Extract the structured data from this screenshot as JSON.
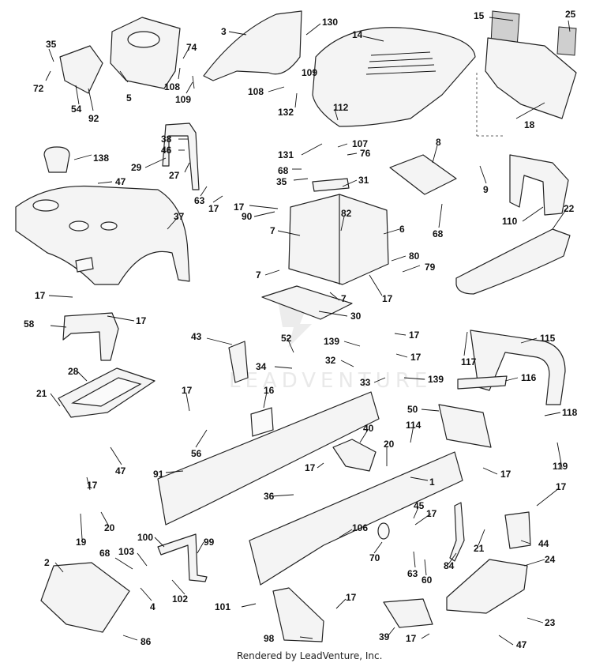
{
  "watermark": "LEADVENTURE",
  "credit": "Rendered by LeadVenture, Inc.",
  "callouts": [
    {
      "id": "c15",
      "text": "15"
    },
    {
      "id": "c25",
      "text": "25"
    },
    {
      "id": "c130",
      "text": "130"
    },
    {
      "id": "c3",
      "text": "3"
    },
    {
      "id": "c14",
      "text": "14"
    },
    {
      "id": "c35a",
      "text": "35"
    },
    {
      "id": "c74",
      "text": "74"
    },
    {
      "id": "c72",
      "text": "72"
    },
    {
      "id": "c109a",
      "text": "109"
    },
    {
      "id": "c108a",
      "text": "108"
    },
    {
      "id": "c5",
      "text": "5"
    },
    {
      "id": "c109b",
      "text": "109"
    },
    {
      "id": "c54",
      "text": "54"
    },
    {
      "id": "c92",
      "text": "92"
    },
    {
      "id": "c108b",
      "text": "108"
    },
    {
      "id": "c132",
      "text": "132"
    },
    {
      "id": "c112",
      "text": "112"
    },
    {
      "id": "c18",
      "text": "18"
    },
    {
      "id": "c38",
      "text": "38"
    },
    {
      "id": "c46",
      "text": "46"
    },
    {
      "id": "c107",
      "text": "107"
    },
    {
      "id": "c76",
      "text": "76"
    },
    {
      "id": "c131",
      "text": "131"
    },
    {
      "id": "c8",
      "text": "8"
    },
    {
      "id": "c138",
      "text": "138"
    },
    {
      "id": "c29",
      "text": "29"
    },
    {
      "id": "c27",
      "text": "27"
    },
    {
      "id": "c68a",
      "text": "68"
    },
    {
      "id": "c35b",
      "text": "35"
    },
    {
      "id": "c31",
      "text": "31"
    },
    {
      "id": "c9",
      "text": "9"
    },
    {
      "id": "c47a",
      "text": "47"
    },
    {
      "id": "c63a",
      "text": "63"
    },
    {
      "id": "c17a",
      "text": "17"
    },
    {
      "id": "c17b",
      "text": "17"
    },
    {
      "id": "c90",
      "text": "90"
    },
    {
      "id": "c82",
      "text": "82"
    },
    {
      "id": "c68b",
      "text": "68"
    },
    {
      "id": "c110",
      "text": "110"
    },
    {
      "id": "c22",
      "text": "22"
    },
    {
      "id": "c37",
      "text": "37"
    },
    {
      "id": "c7a",
      "text": "7"
    },
    {
      "id": "c6",
      "text": "6"
    },
    {
      "id": "c80",
      "text": "80"
    },
    {
      "id": "c79",
      "text": "79"
    },
    {
      "id": "c7b",
      "text": "7"
    },
    {
      "id": "c17c",
      "text": "17"
    },
    {
      "id": "c7c",
      "text": "7"
    },
    {
      "id": "c17d",
      "text": "17"
    },
    {
      "id": "c17e",
      "text": "17"
    },
    {
      "id": "c30",
      "text": "30"
    },
    {
      "id": "c58",
      "text": "58"
    },
    {
      "id": "c43",
      "text": "43"
    },
    {
      "id": "c52",
      "text": "52"
    },
    {
      "id": "c139a",
      "text": "139"
    },
    {
      "id": "c17f",
      "text": "17"
    },
    {
      "id": "c115",
      "text": "115"
    },
    {
      "id": "c32",
      "text": "32"
    },
    {
      "id": "c17g",
      "text": "17"
    },
    {
      "id": "c117",
      "text": "117"
    },
    {
      "id": "c34",
      "text": "34"
    },
    {
      "id": "c33",
      "text": "33"
    },
    {
      "id": "c139b",
      "text": "139"
    },
    {
      "id": "c28",
      "text": "28"
    },
    {
      "id": "c116",
      "text": "116"
    },
    {
      "id": "c21a",
      "text": "21"
    },
    {
      "id": "c17h",
      "text": "17"
    },
    {
      "id": "c16",
      "text": "16"
    },
    {
      "id": "c50",
      "text": "50"
    },
    {
      "id": "c118",
      "text": "118"
    },
    {
      "id": "c114",
      "text": "114"
    },
    {
      "id": "c56",
      "text": "56"
    },
    {
      "id": "c40",
      "text": "40"
    },
    {
      "id": "c47b",
      "text": "47"
    },
    {
      "id": "c20a",
      "text": "20"
    },
    {
      "id": "c119",
      "text": "119"
    },
    {
      "id": "c91",
      "text": "91"
    },
    {
      "id": "c17i",
      "text": "17"
    },
    {
      "id": "c17j",
      "text": "17"
    },
    {
      "id": "c17k",
      "text": "17"
    },
    {
      "id": "c1",
      "text": "1"
    },
    {
      "id": "c17l",
      "text": "17"
    },
    {
      "id": "c36",
      "text": "36"
    },
    {
      "id": "c45",
      "text": "45"
    },
    {
      "id": "c17m",
      "text": "17"
    },
    {
      "id": "c20b",
      "text": "20"
    },
    {
      "id": "c19",
      "text": "19"
    },
    {
      "id": "c106",
      "text": "106"
    },
    {
      "id": "c21b",
      "text": "21"
    },
    {
      "id": "c44",
      "text": "44"
    },
    {
      "id": "c100",
      "text": "100"
    },
    {
      "id": "c99",
      "text": "99"
    },
    {
      "id": "c68c",
      "text": "68"
    },
    {
      "id": "c103",
      "text": "103"
    },
    {
      "id": "c70",
      "text": "70"
    },
    {
      "id": "c84",
      "text": "84"
    },
    {
      "id": "c2",
      "text": "2"
    },
    {
      "id": "c63b",
      "text": "63"
    },
    {
      "id": "c60",
      "text": "60"
    },
    {
      "id": "c24",
      "text": "24"
    },
    {
      "id": "c4",
      "text": "4"
    },
    {
      "id": "c102",
      "text": "102"
    },
    {
      "id": "c17n",
      "text": "17"
    },
    {
      "id": "c101",
      "text": "101"
    },
    {
      "id": "c23",
      "text": "23"
    },
    {
      "id": "c86",
      "text": "86"
    },
    {
      "id": "c39",
      "text": "39"
    },
    {
      "id": "c98",
      "text": "98"
    },
    {
      "id": "c17o",
      "text": "17"
    },
    {
      "id": "c47c",
      "text": "47"
    }
  ]
}
